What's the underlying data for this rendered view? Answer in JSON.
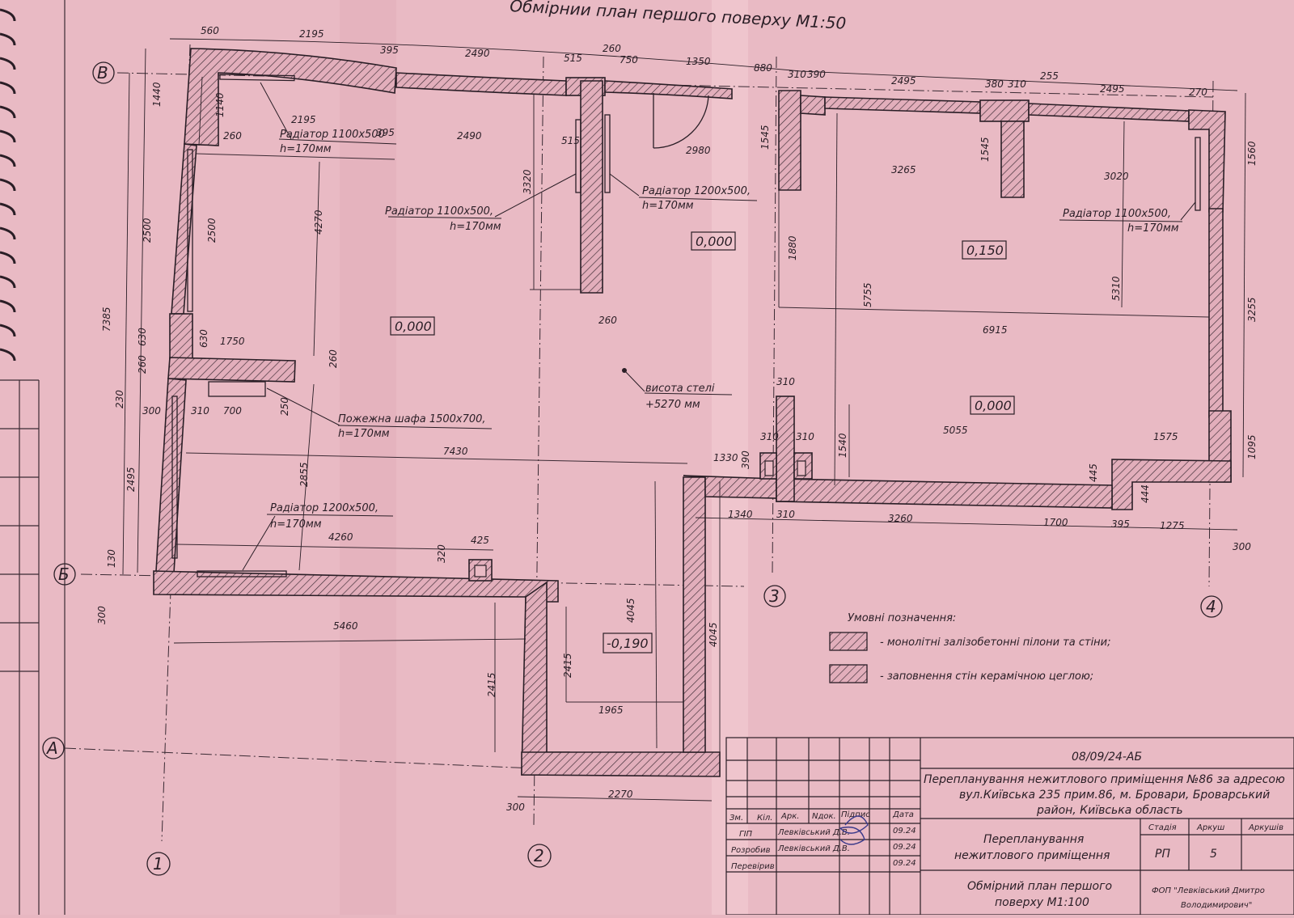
{
  "title": "Обмірнии план першого поверху М1:50",
  "axes": {
    "v1": "1",
    "v2": "2",
    "v3": "3",
    "v4": "4",
    "hA": "А",
    "hB": "Б",
    "hV": "В"
  },
  "levels": {
    "l1": "0,000",
    "l2": "0,000",
    "l3": "0,150",
    "l4": "0,000",
    "l5": "-0,190"
  },
  "notes": {
    "rad1_a": "Радіатор 1100х500",
    "rad1_b": "h=170мм",
    "rad2_a": "Радіатор 1100х500,",
    "rad2_b": "h=170мм",
    "rad3_a": "Радіатор 1200х500,",
    "rad3_b": "h=170мм",
    "rad4_a": "Радіатор 1100х500,",
    "rad4_b": "h=170мм",
    "rad5_a": "Радіатор 1200х500,",
    "rad5_b": "h=170мм",
    "fire_a": "Пожежна шафа 1500х700,",
    "fire_b": "h=170мм",
    "ceil_a": "висота стелі",
    "ceil_b": "+5270 мм"
  },
  "dims": {
    "d560": "560",
    "d2195": "2195",
    "d395": "395",
    "d2490": "2490",
    "d515": "515",
    "d260": "260",
    "d750": "750",
    "d1350": "1350",
    "d880": "880",
    "d310": "310",
    "d390": "390",
    "d2495": "2495",
    "d380": "380",
    "d255": "255",
    "d270": "270",
    "d1440": "1440",
    "d1140": "1140",
    "d2195b": "2195",
    "d395b": "395",
    "d2490b": "2490",
    "d515b": "515",
    "d2980": "2980",
    "d1545": "1545",
    "d1545b": "1545",
    "d3265": "3265",
    "d3020": "3020",
    "d1560": "1560",
    "d3320": "3320",
    "d2500": "2500",
    "d2500b": "2500",
    "d4270": "4270",
    "d1880": "1880",
    "d5755": "5755",
    "d5310": "5310",
    "d3255": "3255",
    "d7385": "7385",
    "d260c": "260",
    "d630": "630",
    "d630b": "630",
    "d1750": "1750",
    "d260d": "260",
    "d260e": "260",
    "d6915": "6915",
    "d230": "230",
    "d300": "300",
    "d310b": "310",
    "d700": "700",
    "d250": "250",
    "d310c": "310",
    "d310d": "310",
    "d310e": "310",
    "d5055": "5055",
    "d1575": "1575",
    "d1095": "1095",
    "d1540": "1540",
    "d1330": "1330",
    "d390b": "390",
    "d7430": "7430",
    "d2495b": "2495",
    "d2855": "2855",
    "d445": "445",
    "d444": "444",
    "d1340": "1340",
    "d310f": "310",
    "d3260": "3260",
    "d1700": "1700",
    "d395c": "395",
    "d1275": "1275",
    "d300b": "300",
    "d4260": "4260",
    "d425": "425",
    "d320": "320",
    "d130": "130",
    "d300c": "300",
    "d5460": "5460",
    "d4045": "4045",
    "d4045b": "4045",
    "d2415": "2415",
    "d2415b": "2415",
    "d1965": "1965",
    "d2270": "2270",
    "d300d": "300"
  },
  "legend": {
    "title": "Умовні позначення:",
    "item1": "- монолітні залізобетонні пілони та стіни;",
    "item2": "- заповнення стін керамічною цеглою;"
  },
  "titleblock": {
    "code": "08/09/24-АБ",
    "addr1": "Перепланування нежитлового приміщення №86 за адресою",
    "addr2": "вул.Київська 235 прим.86, м. Бровари, Броварський",
    "addr3": "район, Київська область",
    "h_zm": "Зм.",
    "h_kil": "Кіл.",
    "h_ark": "Арк.",
    "h_ndok": "Nдок.",
    "h_pidp": "Підпис",
    "h_data": "Дата",
    "r1_role": "ГІП",
    "r1_name": "Левківський Д.В.",
    "r1_date": "09.24",
    "r2_role": "Розробив",
    "r2_name": "Левківський Д.В.",
    "r2_date": "09.24",
    "r3_role": "Перевірив",
    "r3_date": "09.24",
    "proj1": "Перепланування",
    "proj2": "нежитлового приміщення",
    "sheet1": "Обмірний план першого",
    "sheet2": "поверху М1:100",
    "h_stadia": "Стадія",
    "h_arkush": "Аркуш",
    "h_arkushiv": "Аркушів",
    "stadia": "РП",
    "arkush": "5",
    "firm1": "ФОП \"Левківський Дмитро",
    "firm2": "Володимирович\""
  }
}
